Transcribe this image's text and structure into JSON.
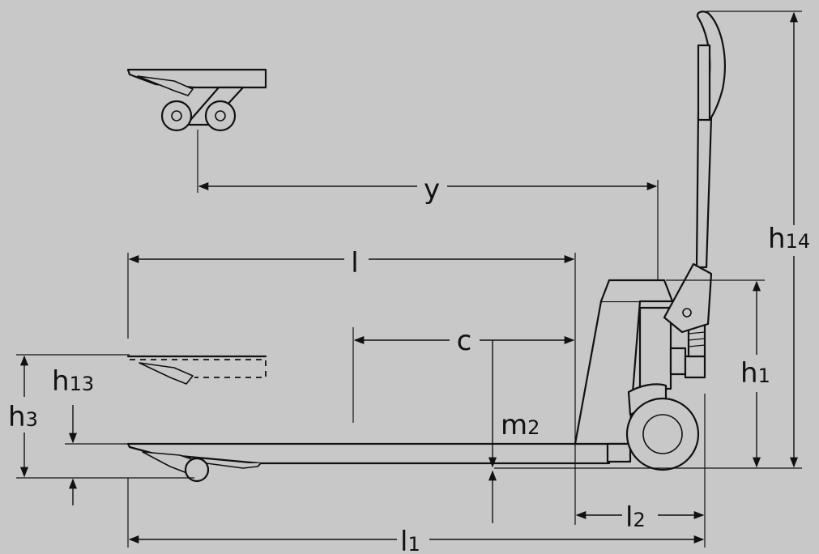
{
  "diagram": {
    "background": "#c8c8c8",
    "line_color": "#111111",
    "labels": {
      "y": "y",
      "l": "l",
      "c": "c",
      "h14": {
        "main": "h",
        "sub": "14"
      },
      "h1": {
        "main": "h",
        "sub": "1"
      },
      "h13": {
        "main": "h",
        "sub": "13"
      },
      "h3": {
        "main": "h",
        "sub": "3"
      },
      "m2": {
        "main": "m",
        "sub": "2"
      },
      "l2": {
        "main": "l",
        "sub": "2"
      },
      "l1": {
        "main": "l",
        "sub": "1"
      }
    }
  }
}
